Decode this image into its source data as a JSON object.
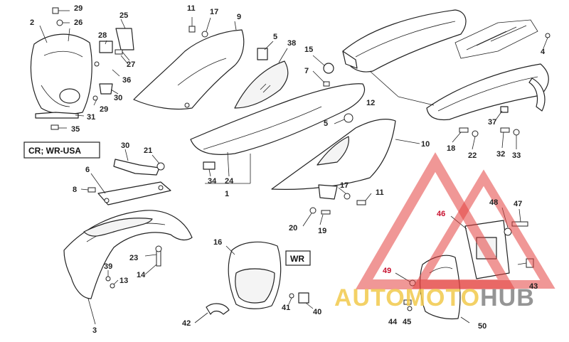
{
  "labels": {
    "l1": "1",
    "l2": "2",
    "l3": "3",
    "l4": "4",
    "l5a": "5",
    "l5b": "5",
    "l6": "6",
    "l7": "7",
    "l8": "8",
    "l9": "9",
    "l10": "10",
    "l11a": "11",
    "l11b": "11",
    "l12": "12",
    "l13": "13",
    "l14": "14",
    "l15": "15",
    "l16": "16",
    "l17a": "17",
    "l17b": "17",
    "l18": "18",
    "l19": "19",
    "l20": "20",
    "l21": "21",
    "l22": "22",
    "l23": "23",
    "l24": "24",
    "l25": "25",
    "l26": "26",
    "l27": "27",
    "l28": "28",
    "l29a": "29",
    "l29b": "29",
    "l30a": "30",
    "l30b": "30",
    "l31": "31",
    "l32": "32",
    "l33": "33",
    "l34": "34",
    "l35": "35",
    "l36": "36",
    "l37": "37",
    "l38": "38",
    "l39": "39",
    "l40": "40",
    "l41": "41",
    "l42": "42",
    "l43": "43",
    "l44": "44",
    "l45": "45",
    "l46": "46",
    "l47": "47",
    "l48": "48",
    "l49": "49",
    "l50": "50"
  },
  "variant_tags": {
    "cr_wr_usa": "CR; WR-USA",
    "wr": "WR"
  },
  "watermark": {
    "part1": "AUTO",
    "part2": "MOTO",
    "part3": "HUB",
    "accent_color": "#f2c94c",
    "triangle_color": "#e3413f"
  }
}
